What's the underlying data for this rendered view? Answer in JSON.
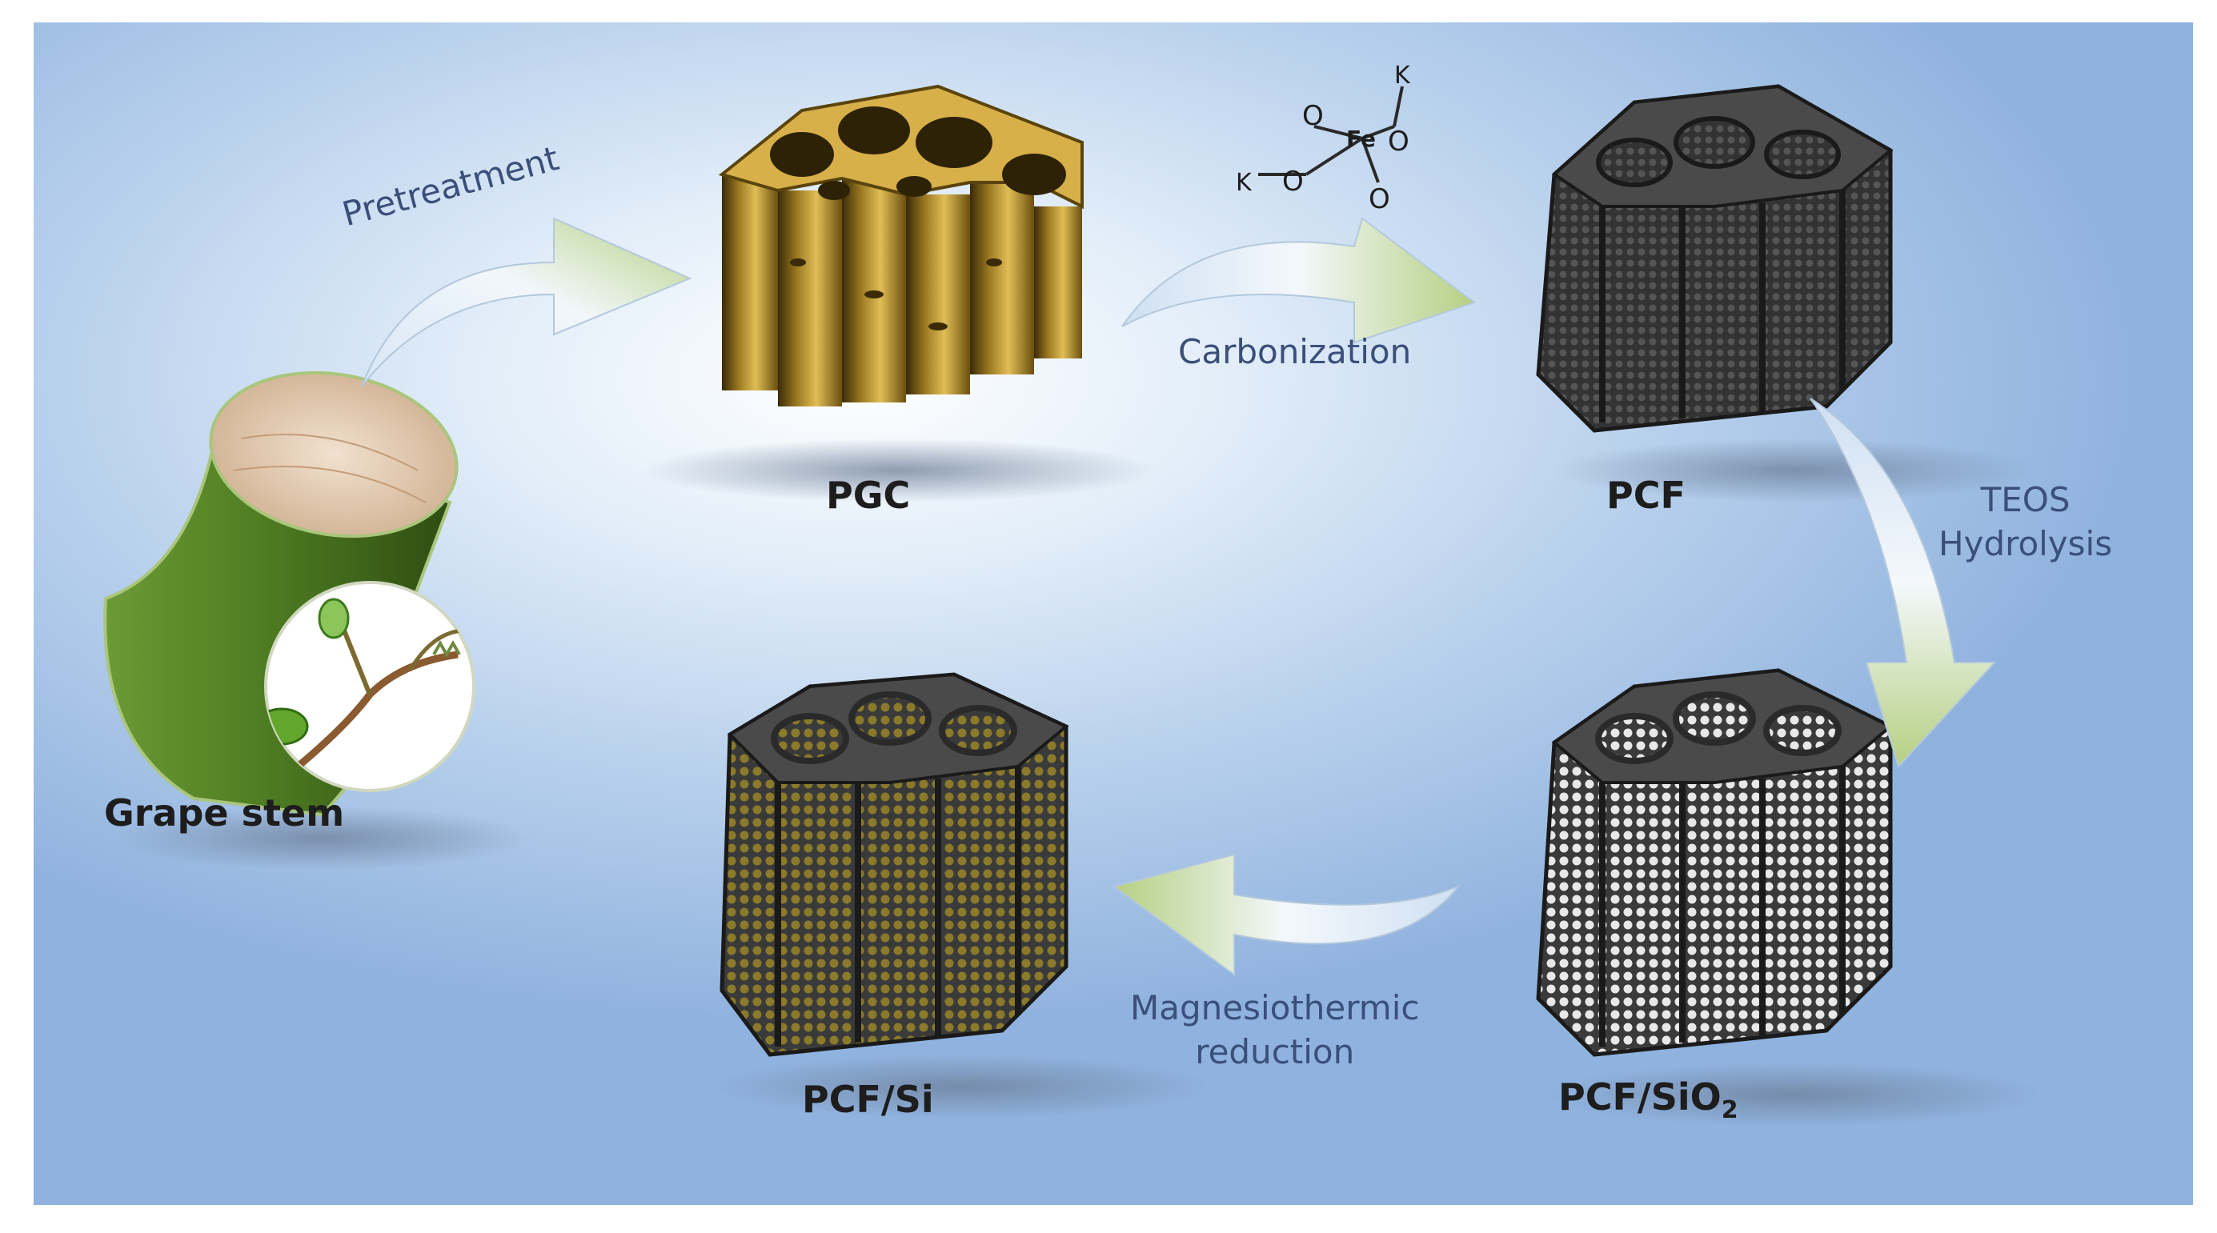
{
  "labels": {
    "grape_stem": "Grape stem",
    "pgc": "PGC",
    "pcf": "PCF",
    "pcf_si": "PCF/Si",
    "pcf_sio2_main": "PCF/SiO",
    "pcf_sio2_sub": "2"
  },
  "steps": {
    "pretreatment": "Pretreatment",
    "carbonization": "Carbonization",
    "teos_line1": "TEOS",
    "teos_line2": "Hydrolysis",
    "magnesio_line1": "Magnesiothermic",
    "magnesio_line2": "reduction"
  },
  "molecule": {
    "center": "Fe",
    "oxygen": "O",
    "potassium": "K"
  },
  "colors": {
    "background_center": "#e3eef9",
    "background_edge": "#8fb2de",
    "stem_green": "#4f7d22",
    "pgc_gold": "#c9a13c",
    "carbon_gray": "#3b3b3b",
    "silica_white": "#e8e8e8",
    "silicon_olive": "#8a7a2a",
    "arrow_green": "#b8d28a",
    "arrow_blue": "#c9dcf0",
    "step_text": "#3a4f7a"
  }
}
